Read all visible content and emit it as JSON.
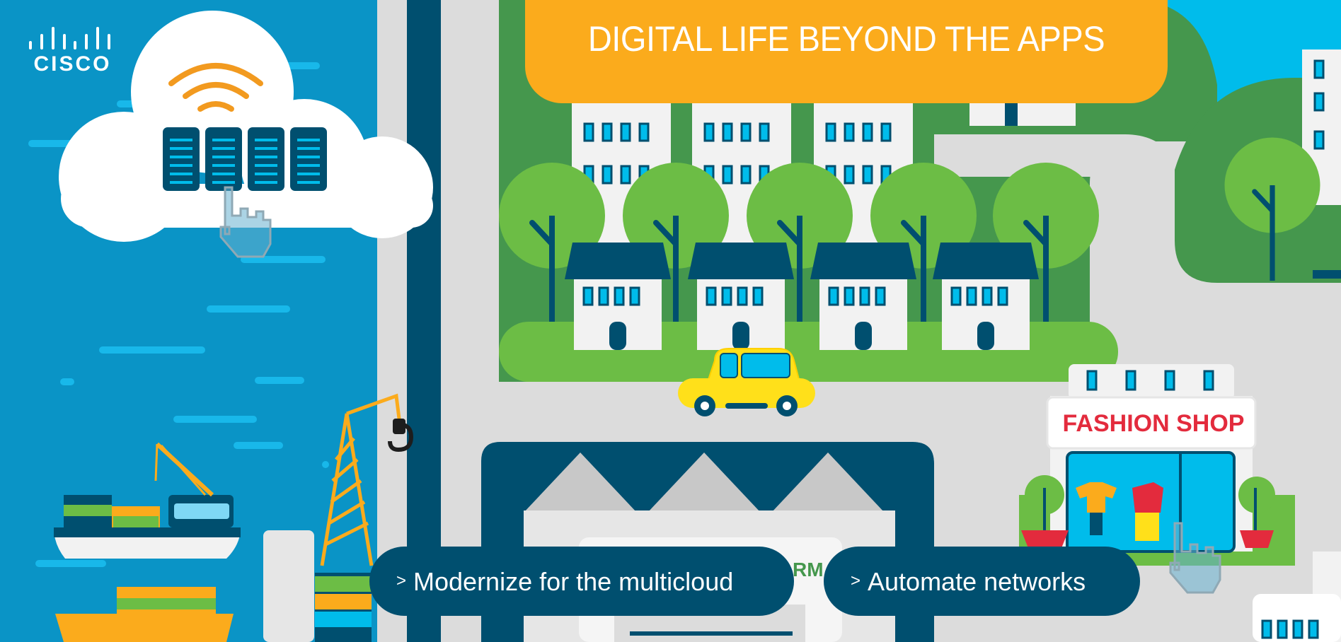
{
  "brand": {
    "name": "CISCO",
    "logo_icon": "cisco-bridge-logo-icon"
  },
  "banner": {
    "title": "DIGITAL LIFE BEYOND THE APPS",
    "color": "#fbab1c"
  },
  "cta_buttons": [
    {
      "arrow": ">",
      "label": "Modernize for the multicloud"
    },
    {
      "arrow": ">",
      "label": "Automate networks"
    }
  ],
  "shop": {
    "sign": "FASHION SHOP"
  },
  "colors": {
    "water": "#0a94c6",
    "navy": "#004f6f",
    "road": "#dcdcdc",
    "grass_dark": "#45974d",
    "grass_light": "#6cbd45",
    "accent_orange": "#fbab1c",
    "shop_red": "#e32b3d",
    "car_yellow": "#ffe01a",
    "sky": "#00bceb"
  },
  "icons": [
    "cloud-server-icon",
    "wifi-icon",
    "hand-cursor-icon",
    "cargo-ship-icon",
    "crane-icon",
    "house-icon",
    "tree-icon",
    "car-icon",
    "factory-icon"
  ]
}
